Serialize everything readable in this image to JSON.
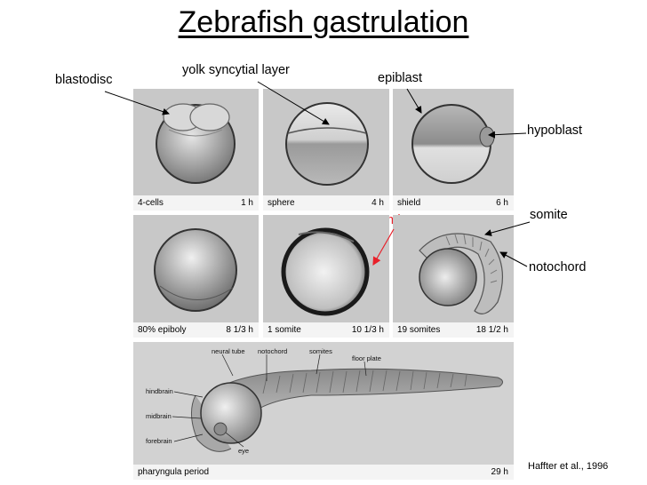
{
  "title": "Zebrafish gastrulation",
  "labels": {
    "blastodisc": "blastodisc",
    "ysl": "yolk syncytial layer",
    "epiblast": "epiblast",
    "hypoblast": "hypoblast",
    "somite_right": "somite",
    "somite_red": "somite",
    "notochord": "notochord"
  },
  "panels": [
    {
      "stage": "4-cells",
      "time": "1 h"
    },
    {
      "stage": "sphere",
      "time": "4 h"
    },
    {
      "stage": "shield",
      "time": "6 h"
    },
    {
      "stage": "80% epiboly",
      "time": "8 1/3 h"
    },
    {
      "stage": "1 somite",
      "time": "10 1/3 h"
    },
    {
      "stage": "19 somites",
      "time": "18 1/2 h"
    }
  ],
  "larva": {
    "stage": "pharyngula period",
    "time": "29 h",
    "labels": {
      "neural_tube": "neural tube",
      "notochord": "notochord",
      "somites": "somites",
      "floor_plate": "floor plate",
      "hindbrain": "hindbrain",
      "midbrain": "midbrain",
      "forebrain": "forebrain",
      "eye": "eye"
    }
  },
  "credit": "Haffter et al., 1996",
  "colors": {
    "panel_bg": "#c8c8c8",
    "caption_bg": "#f4f4f4",
    "accent_red": "#e8202a"
  }
}
